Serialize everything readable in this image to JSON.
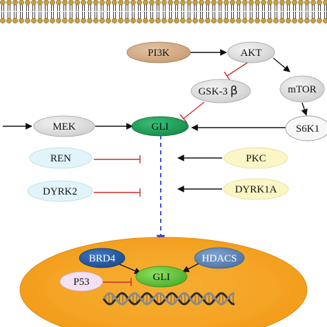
{
  "membrane": {
    "description_color": "#3a3a3a",
    "head_color": "#c8a040"
  },
  "nodes": {
    "pi3k": {
      "label": "PI3K",
      "color": "#d4b08c"
    },
    "akt": {
      "label": "AKT",
      "color": "#d9d9d9"
    },
    "gsk3": {
      "label_prefix": "GSK-3",
      "label_greek": "β",
      "color": "#e6e6e6"
    },
    "mtor": {
      "label": "mTOR",
      "color": "#e8e8e8"
    },
    "mek": {
      "label": "MEK",
      "color": "#e3e3e3"
    },
    "gli": {
      "label": "GLI",
      "color": "#1f9e5a"
    },
    "s6k1": {
      "label": "S6K1",
      "color": "#f4f4f4"
    },
    "ren": {
      "label": "REN",
      "color": "#dff3f8"
    },
    "pkc": {
      "label": "PKC",
      "color": "#fbf6c6"
    },
    "dyrk2": {
      "label": "DYRK2",
      "color": "#dff3f8"
    },
    "dyrk1a": {
      "label": "DYRK1A",
      "color": "#fbf6c6"
    }
  },
  "nucleus": {
    "color": "#f5a623",
    "nodes": {
      "brd4": {
        "label": "BRD4",
        "color": "#2a5fa8"
      },
      "hdacs": {
        "label": "HDACS",
        "color": "#5f86b8"
      },
      "gli": {
        "label": "GLI",
        "color": "#5ec43a"
      },
      "p53": {
        "label": "P53",
        "color": "#f2dff0"
      }
    }
  },
  "colors": {
    "activation": "#111111",
    "inhibition": "#d02828",
    "translocation": "#1f3fd8"
  }
}
